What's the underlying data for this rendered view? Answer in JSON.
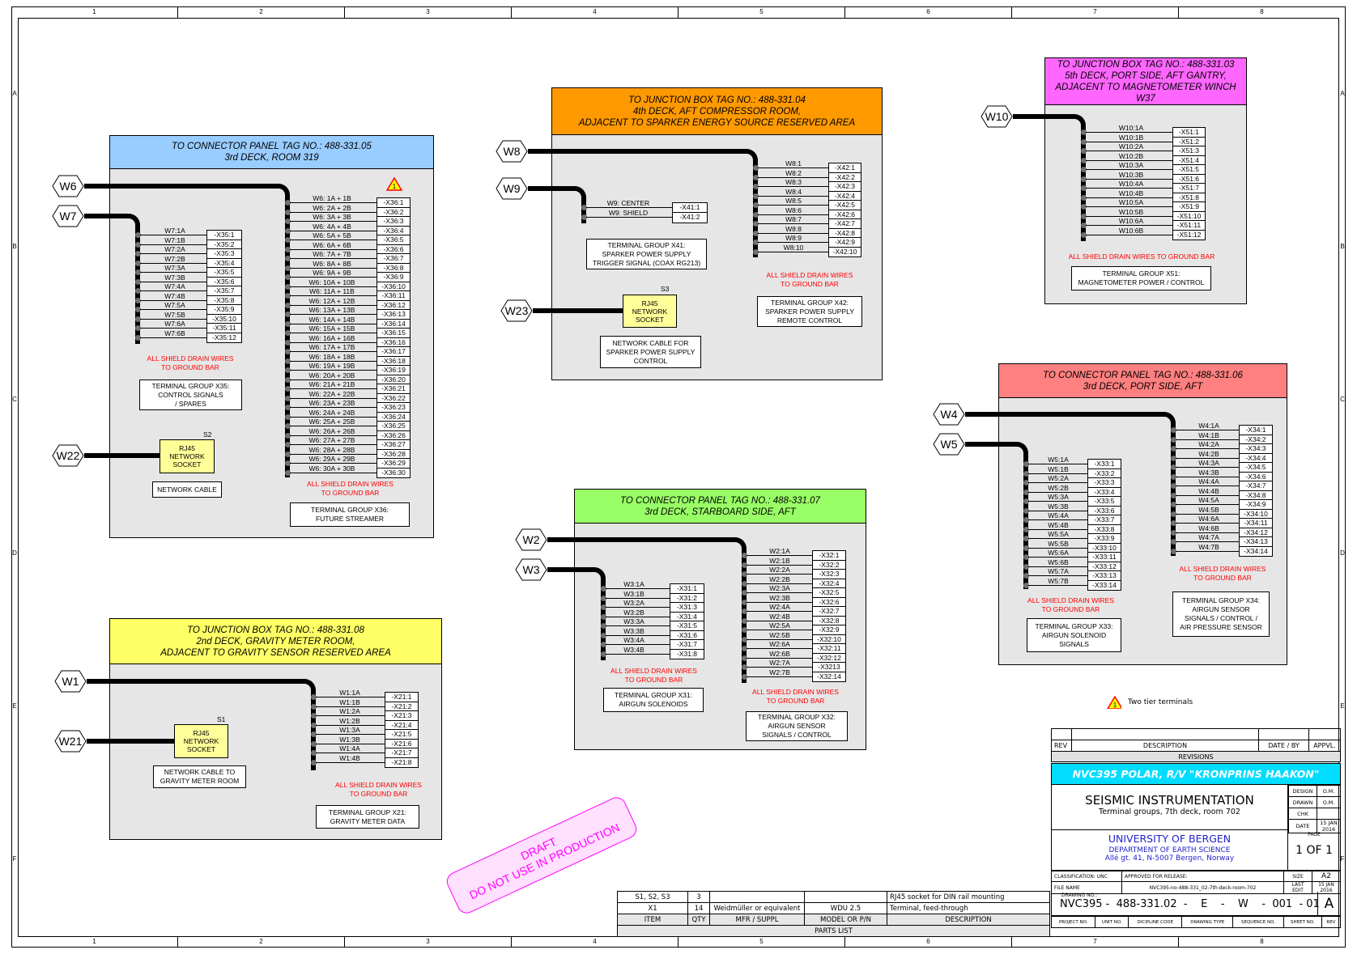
{
  "frame": {
    "columns": [
      "1",
      "2",
      "3",
      "4",
      "5",
      "6",
      "7",
      "8"
    ],
    "rows": [
      "A",
      "B",
      "C",
      "D",
      "E",
      "F"
    ]
  },
  "panels": {
    "p05": {
      "header": [
        "TO CONNECTOR  PANEL TAG NO.: 488-331.05",
        "3rd DECK, ROOM 319"
      ],
      "color": "#99ccff",
      "cables": [
        "W6",
        "W7",
        "W22"
      ],
      "groupA": {
        "wires": [
          "W7:1A",
          "W7:1B",
          "W7:2A",
          "W7:2B",
          "W7:3A",
          "W7:3B",
          "W7:4A",
          "W7:4B",
          "W7:5A",
          "W7:5B",
          "W7:6A",
          "W7:6B"
        ],
        "terminals": [
          "-X35:1",
          "-X35:2",
          "-X35:3",
          "-X35:4",
          "-X35:5",
          "-X35:6",
          "-X35:7",
          "-X35:8",
          "-X35:9",
          "-X35:10",
          "-X35:11",
          "-X35:12"
        ],
        "note": [
          "ALL SHIELD DRAIN WIRES",
          "TO GROUND BAR"
        ],
        "label": [
          "TERMINAL GROUP X35:",
          "CONTROL SIGNALS",
          "/ SPARES"
        ]
      },
      "groupB": {
        "wires": [
          "W6:  1A + 1B",
          "W6:  2A + 2B",
          "W6:  3A + 3B",
          "W6:  4A + 4B",
          "W6:  5A + 5B",
          "W6:  6A + 6B",
          "W6:  7A + 7B",
          "W6:  8A + 8B",
          "W6:  9A + 9B",
          "W6:  10A + 10B",
          "W6:  11A + 11B",
          "W6:  12A + 12B",
          "W6:  13A + 13B",
          "W6:  14A + 14B",
          "W6:  15A + 15B",
          "W6:  16A + 16B",
          "W6:  17A + 17B",
          "W6:  18A + 18B",
          "W6:  19A + 19B",
          "W6:  20A + 20B",
          "W6:  21A + 21B",
          "W6:  22A + 22B",
          "W6:  23A + 23B",
          "W6:  24A + 24B",
          "W6:  25A + 25B",
          "W6:  26A + 26B",
          "W6:  27A + 27B",
          "W6:  28A + 28B",
          "W6:  29A + 29B",
          "W6:  30A + 30B"
        ],
        "terminals": [
          "-X36:1",
          "-X36:2",
          "-X36:3",
          "-X36:4",
          "-X36:5",
          "-X36:6",
          "-X36:7",
          "-X36:8",
          "-X36:9",
          "-X36:10",
          "-X36:11",
          "-X36:12",
          "-X36:13",
          "-X36:14",
          "-X36:15",
          "-X36:16",
          "-X36:17",
          "-X36:18",
          "-X36:19",
          "-X36:20",
          "-X36:21",
          "-X36:22",
          "-X36:23",
          "-X36:24",
          "-X36:25",
          "-X36:26",
          "-X36:27",
          "-X36:28",
          "-X36:29",
          "-X36:30"
        ],
        "note": [
          "ALL SHIELD DRAIN WIRES",
          "TO GROUND BAR"
        ],
        "label": [
          "TERMINAL GROUP X36:",
          "FUTURE STREAMER"
        ]
      },
      "socket": {
        "id": "S2",
        "text": [
          "RJ45",
          "NETWORK",
          "SOCKET"
        ],
        "cable_label": [
          "NETWORK CABLE"
        ]
      }
    },
    "p04": {
      "header": [
        "TO JUNCTION BOX TAG NO.: 488-331.04",
        "4th DECK,  AFT COMPRESSOR ROOM,",
        "ADJACENT TO SPARKER ENERGY SOURCE RESERVED AREA"
      ],
      "color": "#ff9900",
      "cables": [
        "W8",
        "W9",
        "W23"
      ],
      "groupA": {
        "wires": [
          "W9: CENTER",
          "W9: SHIELD"
        ],
        "terminals": [
          "-X41:1",
          "-X41:2"
        ],
        "label": [
          "TERMINAL GROUP X41:",
          "SPARKER POWER SUPPLY",
          "TRIGGER SIGNAL (COAX RG213)"
        ]
      },
      "groupB": {
        "wires": [
          "W8:1",
          "W8:2",
          "W8:3",
          "W8:4",
          "W8:5",
          "W8:6",
          "W8:7",
          "W8:8",
          "W8:9",
          "W8:10"
        ],
        "terminals": [
          "-X42:1",
          "-X42:2",
          "-X42:3",
          "-X42:4",
          "-X42:5",
          "-X42:6",
          "-X42:7",
          "-X42:8",
          "-X42:9",
          "-X42:10"
        ],
        "note": [
          "ALL SHIELD DRAIN WIRES",
          "TO GROUND BAR"
        ],
        "label": [
          "TERMINAL GROUP X42:",
          "SPARKER POWER SUPPLY",
          "REMOTE CONTROL"
        ]
      },
      "socket": {
        "id": "S3",
        "text": [
          "RJ45",
          "NETWORK",
          "SOCKET"
        ],
        "cable_label": [
          "NETWORK CABLE FOR",
          "SPARKER POWER SUPPLY",
          "CONTROL"
        ]
      }
    },
    "p03": {
      "header": [
        "TO JUNCTION BOX TAG NO.: 488-331.03",
        "5th DECK, PORT SIDE, AFT GANTRY,",
        "ADJACENT TO MAGNETOMETER WINCH W37"
      ],
      "color": "#ff66ff",
      "cables": [
        "W10"
      ],
      "groupA": {
        "wires": [
          "W10:1A",
          "W10:1B",
          "W10:2A",
          "W10:2B",
          "W10:3A",
          "W10:3B",
          "W10:4A",
          "W10:4B",
          "W10:5A",
          "W10:5B",
          "W10:6A",
          "W10:6B"
        ],
        "terminals": [
          "-X51:1",
          "-X51:2",
          "-X51:3",
          "-X51:4",
          "-X51:5",
          "-X51:6",
          "-X51:7",
          "-X51:8",
          "-X51:9",
          "-X51:10",
          "-X51:11",
          "-X51:12"
        ],
        "note": [
          "ALL SHIELD DRAIN WIRES TO GROUND BAR"
        ],
        "label": [
          "TERMINAL GROUP X51:",
          "MAGNETOMETER POWER / CONTROL"
        ]
      }
    },
    "p06": {
      "header": [
        "TO CONNECTOR  PANEL TAG NO.: 488-331.06",
        "3rd DECK, PORT SIDE, AFT"
      ],
      "color": "#ff8080",
      "cables": [
        "W4",
        "W5"
      ],
      "groupA": {
        "wires": [
          "W5:1A",
          "W5:1B",
          "W5:2A",
          "W5:2B",
          "W5:3A",
          "W5:3B",
          "W5:4A",
          "W5:4B",
          "W5:5A",
          "W5:5B",
          "W5:6A",
          "W5:6B",
          "W5:7A",
          "W5:7B"
        ],
        "terminals": [
          "-X33:1",
          "-X33:2",
          "-X33:3",
          "-X33:4",
          "-X33:5",
          "-X33:6",
          "-X33:7",
          "-X33:8",
          "-X33:9",
          "-X33:10",
          "-X33:11",
          "-X33:12",
          "-X33:13",
          "-X33:14"
        ],
        "note": [
          "ALL SHIELD DRAIN WIRES",
          "TO GROUND BAR"
        ],
        "label": [
          "TERMINAL GROUP X33:",
          "AIRGUN SOLENOID",
          "SIGNALS"
        ]
      },
      "groupB": {
        "wires": [
          "W4:1A",
          "W4:1B",
          "W4:2A",
          "W4:2B",
          "W4:3A",
          "W4:3B",
          "W4:4A",
          "W4:4B",
          "W4:5A",
          "W4:5B",
          "W4:6A",
          "W4:6B",
          "W4:7A",
          "W4:7B"
        ],
        "terminals": [
          "-X34:1",
          "-X34:2",
          "-X34:3",
          "-X34:4",
          "-X34:5",
          "-X34:6",
          "-X34:7",
          "-X34:8",
          "-X34:9",
          "-X34:10",
          "-X34:11",
          "-X34:12",
          "-X34:13",
          "-X34:14"
        ],
        "note": [
          "ALL SHIELD DRAIN WIRES",
          "TO GROUND BAR"
        ],
        "label": [
          "TERMINAL GROUP X34:",
          "AIRGUN SENSOR",
          "SIGNALS / CONTROL /",
          "AIR PRESSURE SENSOR"
        ]
      }
    },
    "p07": {
      "header": [
        "TO CONNECTOR  PANEL TAG NO.: 488-331.07",
        "3rd DECK, STARBOARD SIDE, AFT"
      ],
      "color": "#99ff66",
      "cables": [
        "W2",
        "W3"
      ],
      "groupA": {
        "wires": [
          "W3:1A",
          "W3:1B",
          "W3:2A",
          "W3:2B",
          "W3:3A",
          "W3:3B",
          "W3:4A",
          "W3:4B"
        ],
        "terminals": [
          "-X31:1",
          "-X31:2",
          "-X31:3",
          "-X31:4",
          "-X31:5",
          "-X31:6",
          "-X31:7",
          "-X31:8"
        ],
        "note": [
          "ALL SHIELD DRAIN WIRES",
          "TO GROUND BAR"
        ],
        "label": [
          "TERMINAL GROUP X31:",
          "AIRGUN SOLENOIDS"
        ]
      },
      "groupB": {
        "wires": [
          "W2:1A",
          "W2:1B",
          "W2:2A",
          "W2:2B",
          "W2:3A",
          "W2:3B",
          "W2:4A",
          "W2:4B",
          "W2:5A",
          "W2:5B",
          "W2:6A",
          "W2:6B",
          "W2:7A",
          "W2:7B"
        ],
        "terminals": [
          "-X32:1",
          "-X32:2",
          "-X32:3",
          "-X32:4",
          "-X32:5",
          "-X32:6",
          "-X32:7",
          "-X32:8",
          "-X32:9",
          "-X32:10",
          "-X32:11",
          "-X32:12",
          "-X3213",
          "-X32:14"
        ],
        "note": [
          "ALL SHIELD DRAIN WIRES",
          "TO GROUND BAR"
        ],
        "label": [
          "TERMINAL GROUP X32:",
          "AIRGUN SENSOR",
          "SIGNALS / CONTROL"
        ]
      }
    },
    "p08": {
      "header": [
        "TO JUNCTION BOX TAG NO.: 488-331.08",
        "2nd DECK,  GRAVITY METER ROOM,",
        "ADJACENT TO GRAVITY SENSOR RESERVED AREA"
      ],
      "color": "#ffff66",
      "cables": [
        "W1",
        "W21"
      ],
      "groupB": {
        "wires": [
          "W1:1A",
          "W1:1B",
          "W1:2A",
          "W1:2B",
          "W1:3A",
          "W1:3B",
          "W1:4A",
          "W1:4B"
        ],
        "terminals": [
          "-X21:1",
          "-X21:2",
          "-X21:3",
          "-X21:4",
          "-X21:5",
          "-X21:6",
          "-X21:7",
          "-X21:8"
        ],
        "note": [
          "ALL SHIELD DRAIN WIRES",
          "TO GROUND BAR"
        ],
        "label": [
          "TERMINAL GROUP X21:",
          "GRAVITY METER DATA"
        ]
      },
      "socket": {
        "id": "S1",
        "text": [
          "RJ45",
          "NETWORK",
          "SOCKET"
        ],
        "cable_label": [
          "NETWORK CABLE TO",
          "GRAVITY METER ROOM"
        ]
      }
    }
  },
  "legend": {
    "warning_number": "1",
    "text": "Two tier terminals"
  },
  "stamp": [
    "DRAFT",
    "DO NOT USE IN PRODUCTION"
  ],
  "parts_list": {
    "title": "PARTS LIST",
    "headers": [
      "ITEM",
      "QTY",
      "MFR / SUPPL",
      "MODEL OR P/N",
      "DESCRIPTION"
    ],
    "rows": [
      [
        "S1, S2, S3",
        "3",
        "",
        "",
        "RJ45 socket for DIN rail mounting"
      ],
      [
        "X1",
        "14",
        "Weidmüller or equivalent",
        "WDU 2.5",
        "Terminal, feed-through"
      ]
    ]
  },
  "title_block": {
    "revisions": {
      "headers": [
        "REV",
        "DESCRIPTION",
        "DATE / BY",
        "APPVL."
      ],
      "title": "REVISIONS"
    },
    "vessel": "NVC395 POLAR, R/V \"KRONPRINS HAAKON\"",
    "title": "SEISMIC INSTRUMENTATION",
    "subtitle": "Terminal groups, 7th deck, room 702",
    "org": "UNIVERSITY OF BERGEN",
    "dept": "DEPARTMENT OF EARTH SCIENCE",
    "address": "Allé gt. 41, N-5007 Bergen, Norway",
    "design_label": "DESIGN",
    "design": "O.M.",
    "drawn_label": "DRAWN",
    "drawn": "O.M.",
    "chk_label": "CHK",
    "chk": "",
    "date_label": "DATE",
    "date": "15 JAN 2016",
    "page_label": "PAGE",
    "page": "1 OF 1",
    "classification": "CLASSIFICATION:  UNC",
    "approved": "APPROVED FOR RELEASE:",
    "size_label": "SIZE",
    "size": "A2",
    "file_label": "FILE NAME",
    "file": "NVC395-no-488-331_02-7th-deck-room-702",
    "last_edit_label": "LAST EDIT",
    "last_edit": "15 JAN 2016",
    "drawing_no_label": "DRAWING NO.:",
    "drawing_no": "NVC395 -  488-331.02  -    E    -    W    -  001  - 01",
    "rev": "A",
    "footer": [
      "PROJECT NO.",
      "UNIT NO.",
      "DICIPLINE CODE",
      "DRAWING TYPE",
      "SEQUENCE NO.",
      "SHEET NO.",
      "REV"
    ]
  }
}
